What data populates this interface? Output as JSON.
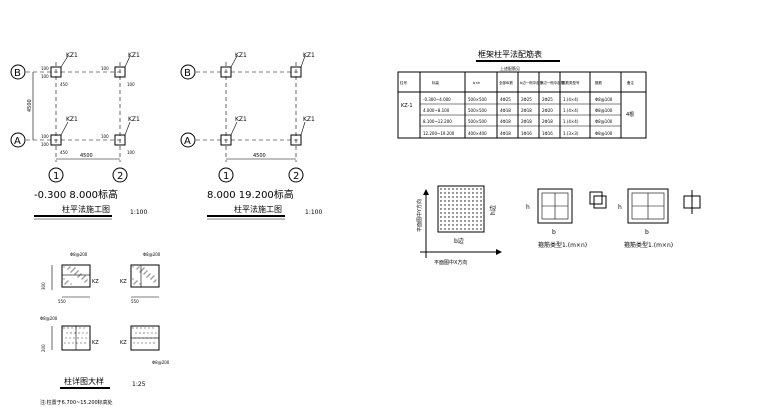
{
  "plan_left": {
    "axis_b": "B",
    "axis_a": "A",
    "axis_1": "1",
    "axis_2": "2",
    "col_tag": "KZ1",
    "dim_span": "4500",
    "dim_height": "4500",
    "dim_100": "100",
    "dim_450": "450",
    "elevation": "-0.300  8.000标高",
    "title": "柱平法施工图",
    "scale": "1:100"
  },
  "plan_right": {
    "axis_b": "B",
    "axis_a": "A",
    "axis_1": "1",
    "axis_2": "2",
    "col_tag": "KZ1",
    "dim_span": "4500",
    "elevation": "8.000  19.200标高",
    "title": "柱平法施工图",
    "scale": "1:100"
  },
  "table": {
    "title": "框架柱平法配筋表",
    "subtitle": "上述配筋见",
    "headers": [
      "柱号",
      "标高",
      "b×h",
      "全部纵筋",
      "b边一侧中部筋",
      "h边一侧中部筋",
      "箍筋类型号",
      "箍筋",
      "备注"
    ],
    "col_id": "KZ-1",
    "remark": "4根",
    "rows": [
      [
        "-0.300~4.000",
        "500×500",
        "4Φ25",
        "2Φ25",
        "2Φ25",
        "1.(4×4)",
        "Φ8@100"
      ],
      [
        "4.000~8.100",
        "500×500",
        "4Φ18",
        "2Φ18",
        "2Φ20",
        "1.(4×4)",
        "Φ8@100"
      ],
      [
        "8.100~12.200",
        "500×500",
        "4Φ18",
        "2Φ18",
        "2Φ18",
        "1.(4×4)",
        "Φ8@100"
      ],
      [
        "12.200~19.200",
        "400×400",
        "4Φ18",
        "1Φ16",
        "1Φ16",
        "1.(3×3)",
        "Φ8@100"
      ]
    ]
  },
  "section": {
    "y_label": "平面图中Y方向",
    "x_label": "平面图中X方向",
    "b_label": "b边",
    "h_label": "h边",
    "b_mark": "b",
    "h_mark": "h",
    "type1_label": "箍筋类型1.(m×n)",
    "type2_label": "箍筋类型1.(m×n)"
  },
  "details": {
    "stirrup": "Φ8@200",
    "col_tag": "KZ",
    "dim_a": "550",
    "dim_b": "200",
    "dim_c": "300",
    "dim_d": "550",
    "title": "柱详图大样",
    "scale": "1:25",
    "note": "注:柱置于6.700~15.200标高处"
  }
}
